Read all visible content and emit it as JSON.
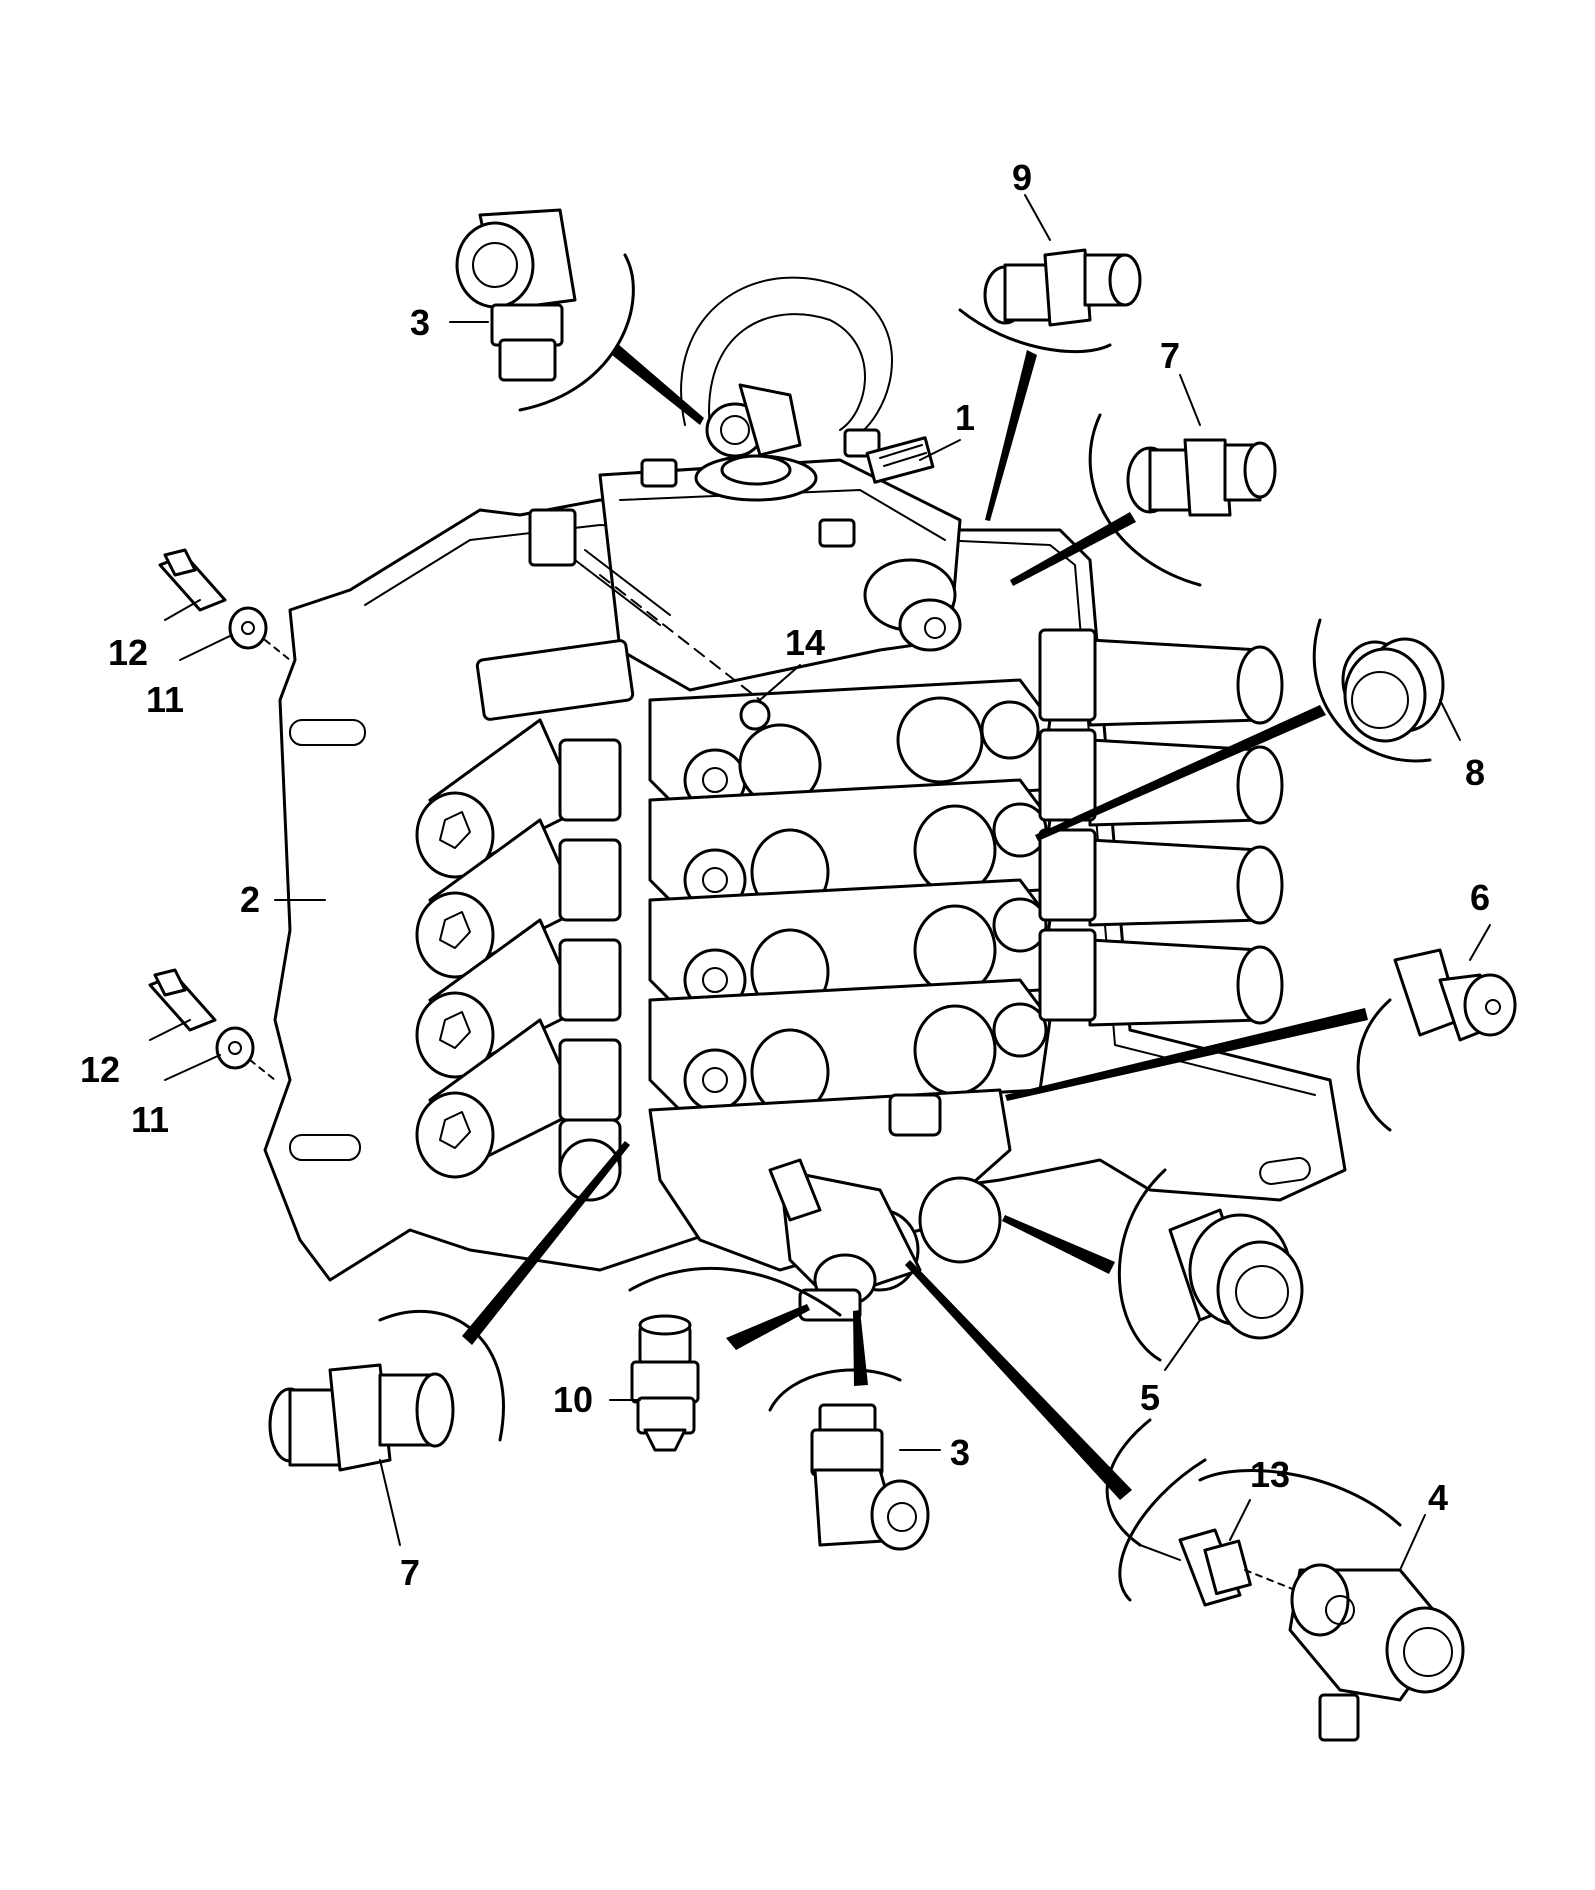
{
  "callouts": [
    {
      "label": "1"
    },
    {
      "label": "2"
    },
    {
      "label": "3"
    },
    {
      "label": "3"
    },
    {
      "label": "4"
    },
    {
      "label": "5"
    },
    {
      "label": "6"
    },
    {
      "label": "7"
    },
    {
      "label": "7"
    },
    {
      "label": "8"
    },
    {
      "label": "9"
    },
    {
      "label": "10"
    },
    {
      "label": "11"
    },
    {
      "label": "11"
    },
    {
      "label": "12"
    },
    {
      "label": "12"
    },
    {
      "label": "13"
    },
    {
      "label": "14"
    }
  ]
}
